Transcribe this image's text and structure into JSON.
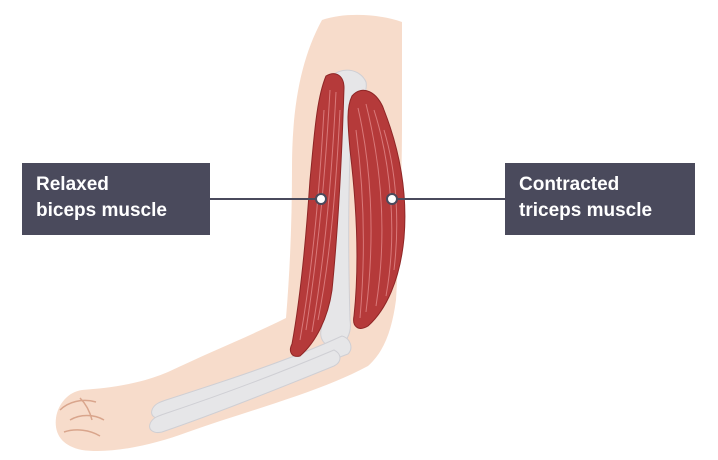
{
  "labels": {
    "left": {
      "line1": "Relaxed",
      "line2": "biceps muscle",
      "target": "biceps muscle"
    },
    "right": {
      "line1": "Contracted",
      "line2": "triceps muscle",
      "target": "triceps muscle"
    }
  },
  "colors": {
    "label_background": "#4a4a5c",
    "label_text": "#ffffff",
    "skin": "#f7dccb",
    "muscle": "#b53a3a",
    "muscle_fiber": "#d9797a",
    "bone": "#e6e6e8",
    "leader_line": "#4a4a5c"
  }
}
